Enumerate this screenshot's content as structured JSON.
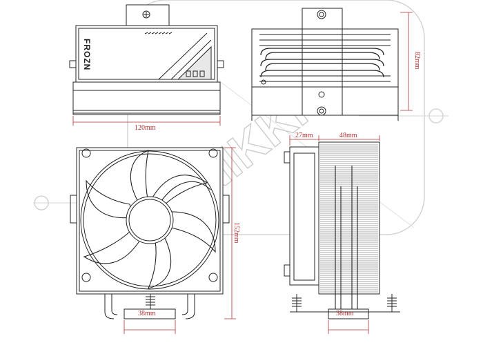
{
  "brand_label": "FROZN",
  "watermark": "NIKKI",
  "dimensions": {
    "width_top": "120mm",
    "height_side": "82mm",
    "height_front": "152mm",
    "depth_fan": "27mm",
    "depth_fins": "48mm",
    "base_front": "38mm",
    "base_side": "38mm"
  },
  "colors": {
    "line": "#222222",
    "dimension": "#b03030",
    "watermark": "#c9c9c9"
  }
}
